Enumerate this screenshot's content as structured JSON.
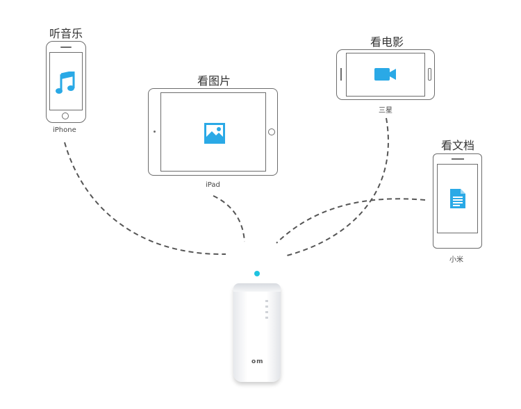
{
  "devices": [
    {
      "id": "iphone",
      "caption": "听音乐",
      "model": "iPhone",
      "icon": "music-note-icon"
    },
    {
      "id": "ipad",
      "caption": "看图片",
      "model": "iPad",
      "icon": "picture-icon"
    },
    {
      "id": "samsung",
      "caption": "看电影",
      "model": "三星",
      "icon": "video-camera-icon"
    },
    {
      "id": "xiaomi",
      "caption": "看文档",
      "model": "小米",
      "icon": "document-icon"
    }
  ],
  "hub": {
    "logo": "om",
    "status_color": "#1ec3e0"
  },
  "colors": {
    "accent": "#2aa9e6",
    "outline": "#6b6b6b",
    "link": "#555555"
  }
}
